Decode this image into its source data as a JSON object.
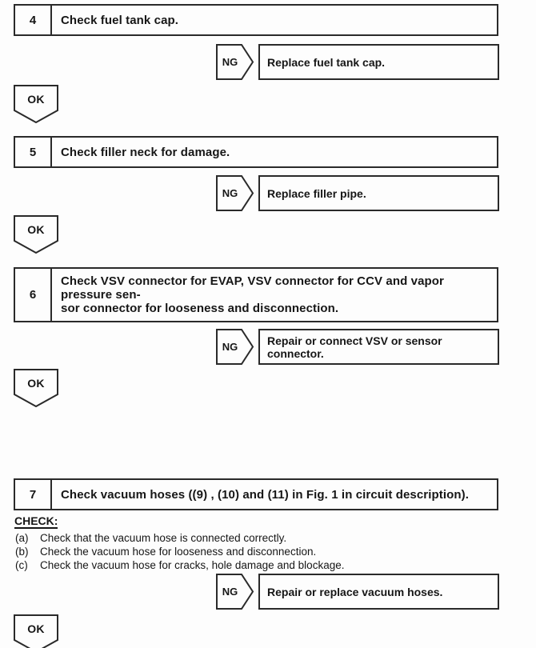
{
  "steps": [
    {
      "number": "4",
      "lines": [
        "Check fuel tank cap."
      ],
      "ng_label": "NG",
      "ng_action": "Replace fuel tank cap.",
      "ok_label": "OK"
    },
    {
      "number": "5",
      "lines": [
        "Check filler neck for damage."
      ],
      "ng_label": "NG",
      "ng_action": "Replace filler pipe.",
      "ok_label": "OK"
    },
    {
      "number": "6",
      "lines": [
        "Check VSV connector for EVAP, VSV connector for CCV and vapor pressure sen-",
        "sor connector for looseness and disconnection."
      ],
      "ng_label": "NG",
      "ng_action": "Repair or connect VSV or sensor connector.",
      "ok_label": "OK"
    },
    {
      "number": "7",
      "lines": [
        "Check vacuum hoses ((9) , (10) and (11) in Fig. 1 in circuit description)."
      ],
      "check": {
        "heading": "CHECK:",
        "items": [
          {
            "label": "(a)",
            "text": "Check that the vacuum hose is connected correctly."
          },
          {
            "label": "(b)",
            "text": "Check the vacuum hose for looseness and disconnection."
          },
          {
            "label": "(c)",
            "text": "Check the vacuum hose for cracks, hole damage and blockage."
          }
        ]
      },
      "ng_label": "NG",
      "ng_action": "Repair or replace vacuum hoses.",
      "ok_label": "OK"
    }
  ]
}
